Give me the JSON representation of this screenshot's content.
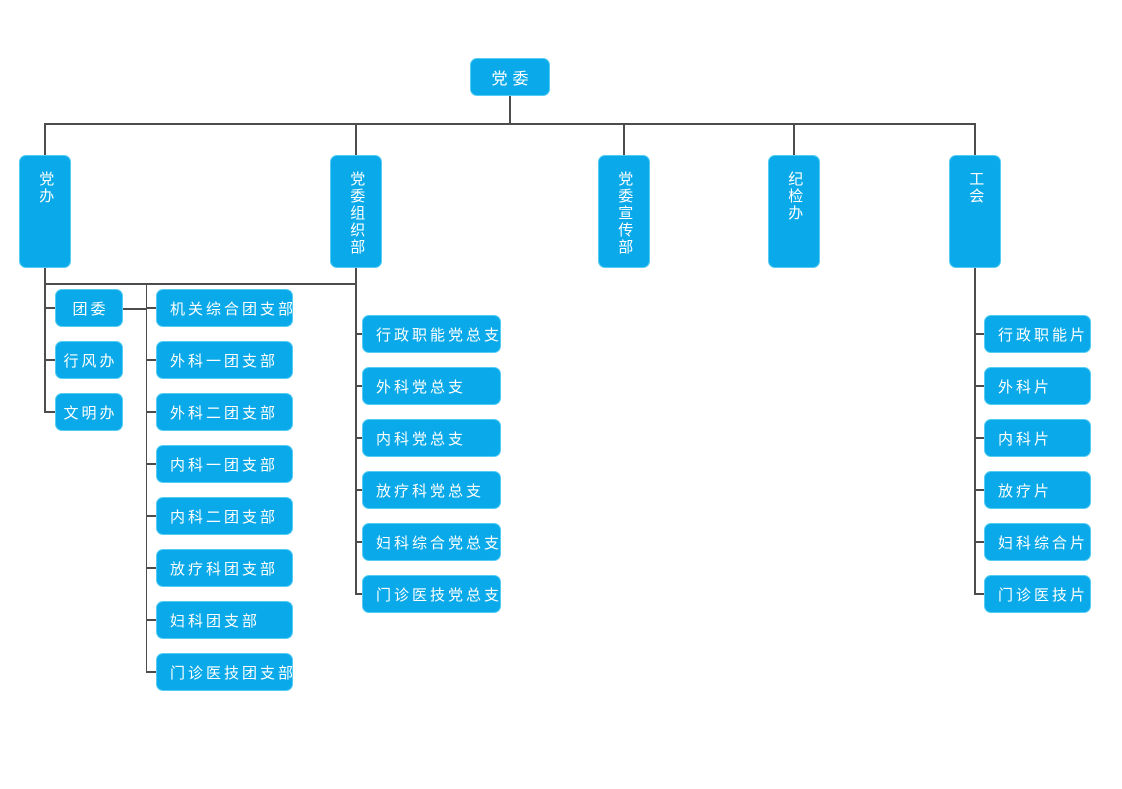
{
  "org": {
    "root": "党委",
    "level2": {
      "party_office": "党办",
      "org_dept": "党委组织部",
      "publicity_dept": "党委宣传部",
      "discipline_office": "纪检办",
      "labor_union": "工会"
    },
    "party_office_children": [
      "团委",
      "行风办",
      "文明办"
    ],
    "league_branches": [
      "机关综合团支部",
      "外科一团支部",
      "外科二团支部",
      "内科一团支部",
      "内科二团支部",
      "放疗科团支部",
      "妇科团支部",
      "门诊医技团支部"
    ],
    "party_general_branches": [
      "行政职能党总支",
      "外科党总支",
      "内科党总支",
      "放疗科党总支",
      "妇科综合党总支",
      "门诊医技党总支"
    ],
    "union_sections": [
      "行政职能片",
      "外科片",
      "内科片",
      "放疗片",
      "妇科综合片",
      "门诊医技片"
    ],
    "colors": {
      "node_fill": "#0AA9E9",
      "node_border": "#54CCF3",
      "connector": "#4d4d4d",
      "text": "#ffffff",
      "background": "#ffffff"
    }
  }
}
